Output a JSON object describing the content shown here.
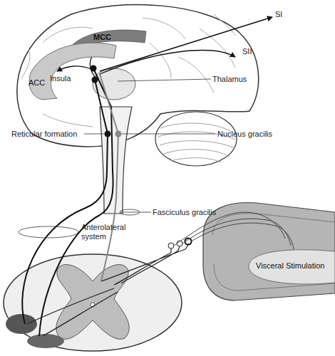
{
  "diagram": {
    "nodes": [
      {
        "text": [
          "MCC"
        ]
      },
      {
        "text": [
          "ACC"
        ]
      },
      {
        "text": [
          "Visceral Stimulation"
        ]
      }
    ],
    "labels": [
      "SI",
      "SII",
      "Insula",
      "Thalamus",
      "Reticular formation",
      "Nucleus gracilis",
      "Fasciculus gracilis",
      "Anterolateral system"
    ]
  }
}
